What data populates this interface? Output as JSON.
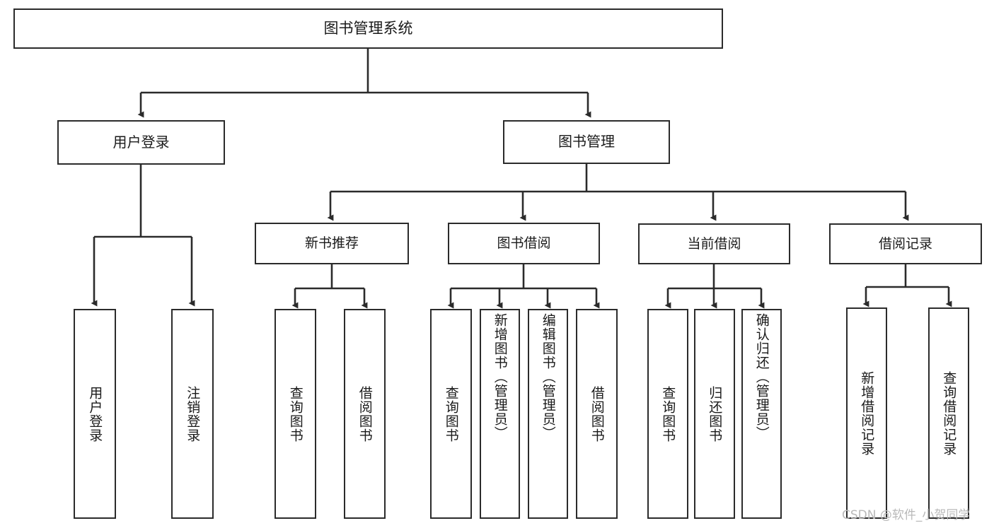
{
  "diagram": {
    "type": "tree-hierarchy-functional-structure",
    "title": "图书管理系统",
    "watermark": "CSDN @软件_小贺同学",
    "colors": {
      "background": "#ffffff",
      "box_border": "#2b2b2b",
      "connector": "#2b2b2b",
      "text": "#1a1a1a",
      "watermark": "#b9b9b9"
    },
    "nodes": {
      "root": {
        "id": "root",
        "label": "图书管理系统",
        "level": 1
      },
      "level2": [
        {
          "id": "user-login",
          "label": "用户登录",
          "level": 2
        },
        {
          "id": "book-manage",
          "label": "图书管理",
          "level": 2
        }
      ],
      "level3": [
        {
          "id": "new-book-recommend",
          "label": "新书推荐",
          "level": 3,
          "parent": "book-manage"
        },
        {
          "id": "book-borrow",
          "label": "图书借阅",
          "level": 3,
          "parent": "book-manage"
        },
        {
          "id": "current-borrow",
          "label": "当前借阅",
          "level": 3,
          "parent": "book-manage"
        },
        {
          "id": "borrow-record",
          "label": "借阅记录",
          "level": 3,
          "parent": "book-manage"
        }
      ],
      "leaves": [
        {
          "id": "leaf-user-login",
          "label": "用户登录",
          "parent": "user-login",
          "orientation": "vertical"
        },
        {
          "id": "leaf-user-logout",
          "label": "注销登录",
          "parent": "user-login",
          "orientation": "vertical"
        },
        {
          "id": "leaf-query-book-recommend",
          "label": "查询图书",
          "parent": "new-book-recommend",
          "orientation": "vertical"
        },
        {
          "id": "leaf-borrow-book-recommend",
          "label": "借阅图书",
          "parent": "new-book-recommend",
          "orientation": "vertical"
        },
        {
          "id": "leaf-query-book-borrow",
          "label": "查询图书",
          "parent": "book-borrow",
          "orientation": "vertical"
        },
        {
          "id": "leaf-add-book-admin",
          "label": "新增图书（管理员）",
          "parent": "book-borrow",
          "orientation": "vertical"
        },
        {
          "id": "leaf-edit-book-admin",
          "label": "编辑图书（管理员）",
          "parent": "book-borrow",
          "orientation": "vertical"
        },
        {
          "id": "leaf-borrow-book",
          "label": "借阅图书",
          "parent": "book-borrow",
          "orientation": "vertical"
        },
        {
          "id": "leaf-query-book-current",
          "label": "查询图书",
          "parent": "current-borrow",
          "orientation": "vertical"
        },
        {
          "id": "leaf-return-book",
          "label": "归还图书",
          "parent": "current-borrow",
          "orientation": "vertical"
        },
        {
          "id": "leaf-confirm-return-admin",
          "label": "确认归还（管理员）",
          "parent": "current-borrow",
          "orientation": "vertical"
        },
        {
          "id": "leaf-add-borrow-record",
          "label": "新增借阅记录",
          "parent": "borrow-record",
          "orientation": "vertical"
        },
        {
          "id": "leaf-query-borrow-record",
          "label": "查询借阅记录",
          "parent": "borrow-record",
          "orientation": "vertical"
        }
      ]
    }
  }
}
